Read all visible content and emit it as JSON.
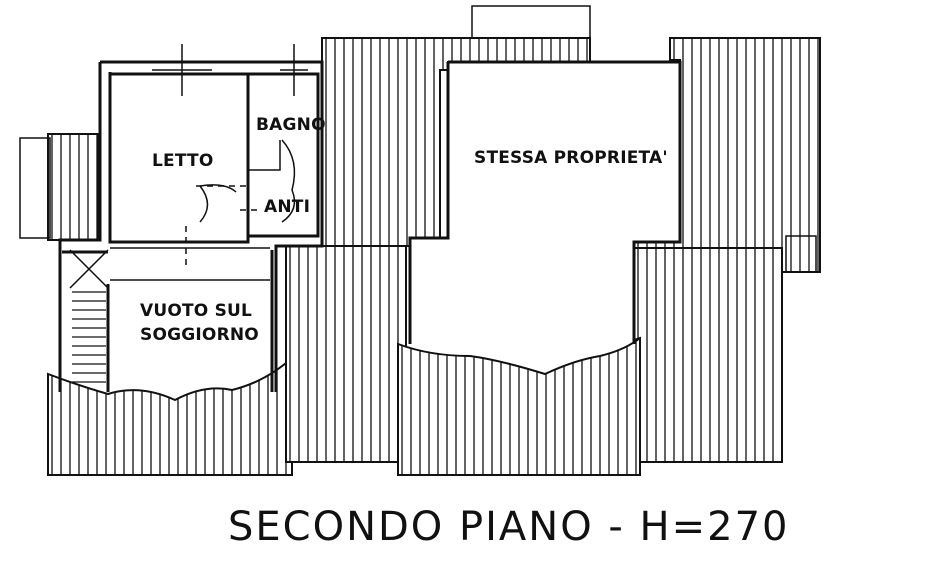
{
  "rooms": {
    "letto": "LETTO",
    "bagno": "BAGNO",
    "anti": "ANTI",
    "stessa_proprieta": "STESSA PROPRIETA'",
    "vuoto_line1": "VUOTO SUL",
    "vuoto_line2": "SOGGIORNO"
  },
  "floor_title": "SECONDO PIANO - H=270"
}
